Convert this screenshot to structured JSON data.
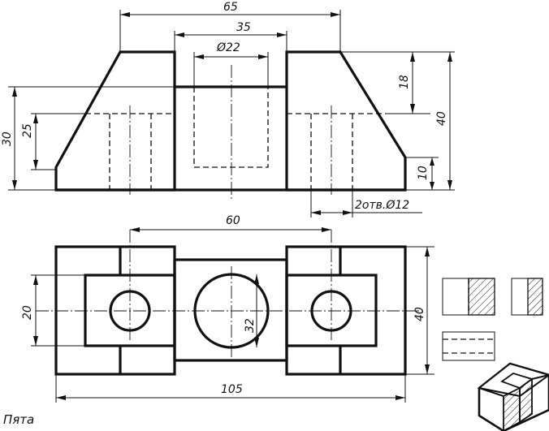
{
  "caption": "Пята",
  "dimensions": {
    "front_width_top": "65",
    "front_slot_width": "35",
    "front_bore_diameter": "Ø22",
    "front_height_total_left": "30",
    "front_height_step_left": "25",
    "front_slot_depth": "18",
    "front_height_total_right": "40",
    "front_base_height": "10",
    "front_holes_note": "2отв.Ø12",
    "plan_hole_spacing": "60",
    "plan_width": "20",
    "plan_center_diameter": "32",
    "plan_depth": "40",
    "plan_length": "105"
  }
}
